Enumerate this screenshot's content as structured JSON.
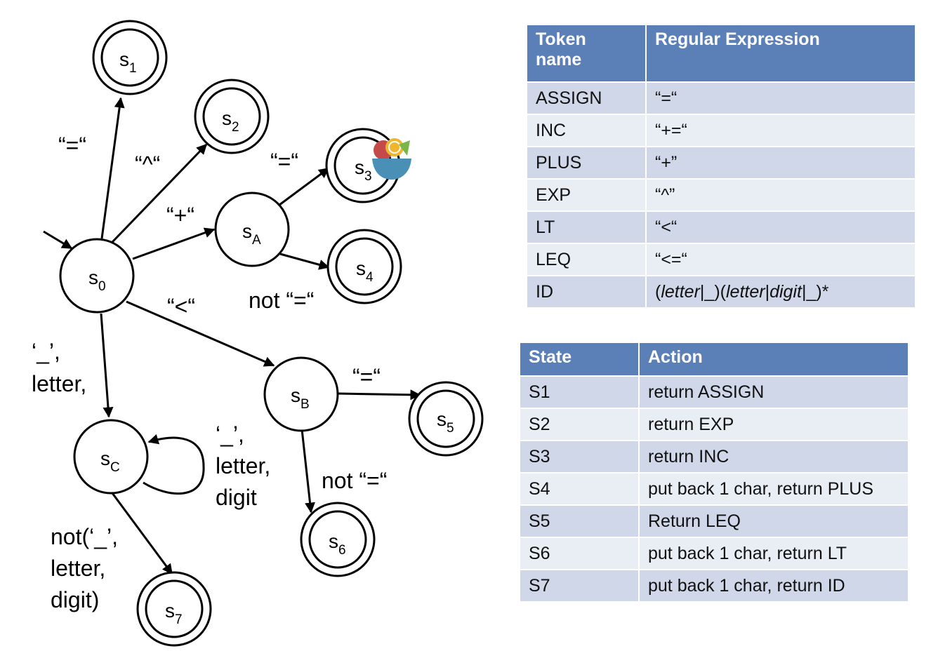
{
  "diagram": {
    "states": [
      {
        "id": "s0",
        "base": "s",
        "sub": "0",
        "accepting": false
      },
      {
        "id": "s1",
        "base": "s",
        "sub": "1",
        "accepting": true
      },
      {
        "id": "s2",
        "base": "s",
        "sub": "2",
        "accepting": true
      },
      {
        "id": "s3",
        "base": "s",
        "sub": "3",
        "accepting": true
      },
      {
        "id": "s4",
        "base": "s",
        "sub": "4",
        "accepting": true
      },
      {
        "id": "s5",
        "base": "s",
        "sub": "5",
        "accepting": true
      },
      {
        "id": "s6",
        "base": "s",
        "sub": "6",
        "accepting": true
      },
      {
        "id": "s7",
        "base": "s",
        "sub": "7",
        "accepting": true
      },
      {
        "id": "sA",
        "base": "s",
        "sub": "A",
        "accepting": false
      },
      {
        "id": "sB",
        "base": "s",
        "sub": "B",
        "accepting": false
      },
      {
        "id": "sC",
        "base": "s",
        "sub": "C",
        "accepting": false
      }
    ],
    "edge_labels": {
      "s0_s1": "“=“",
      "s0_s2": "“^“",
      "s0_sA": "“+“",
      "sA_s3": "“=“",
      "sA_s4": "not “=“",
      "s0_sB": "“<“",
      "sB_s5": "“=“",
      "sB_s6": "not “=“",
      "s0_sC": [
        "‘_’,",
        "letter,"
      ],
      "sC_loop": [
        "‘_’,",
        "letter,",
        "digit"
      ],
      "sC_s7": [
        "not(‘_’,",
        "letter,",
        "digit)"
      ]
    }
  },
  "token_table": {
    "headers": [
      "Token name",
      "Regular Expression"
    ],
    "rows": [
      {
        "token": "ASSIGN",
        "regex": "“=“"
      },
      {
        "token": "INC",
        "regex": "“+=“"
      },
      {
        "token": "PLUS",
        "regex": "“+”"
      },
      {
        "token": "EXP",
        "regex": "“^”"
      },
      {
        "token": "LT",
        "regex": "“<“"
      },
      {
        "token": "LEQ",
        "regex": "“<=“"
      },
      {
        "token": "ID",
        "regex_parts": [
          "(",
          "letter",
          "|_)(",
          "letter",
          "|",
          "digit",
          "|_)*"
        ]
      }
    ]
  },
  "action_table": {
    "headers": [
      "State",
      "Action"
    ],
    "rows": [
      {
        "state": "S1",
        "action": "return ASSIGN"
      },
      {
        "state": "S2",
        "action": "return EXP"
      },
      {
        "state": "S3",
        "action": "return INC"
      },
      {
        "state": "S4",
        "action": "put back 1 char, return PLUS"
      },
      {
        "state": "S5",
        "action": "Return LEQ"
      },
      {
        "state": "S6",
        "action": "put back  1 char, return LT"
      },
      {
        "state": "S7",
        "action": "put back 1 char, return ID"
      }
    ]
  },
  "colors": {
    "header": "#5b80b8",
    "row_odd": "#cfd7e8",
    "row_even": "#e9edf4"
  }
}
